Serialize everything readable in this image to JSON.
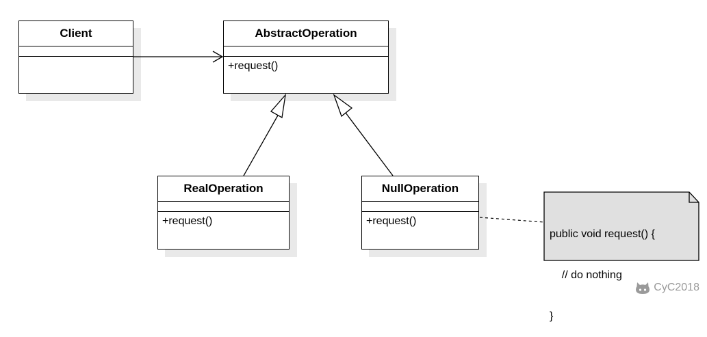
{
  "classes": {
    "client": {
      "name": "Client",
      "operations": ""
    },
    "abstract_operation": {
      "name": "AbstractOperation",
      "operations": "+request()"
    },
    "real_operation": {
      "name": "RealOperation",
      "operations": "+request()"
    },
    "null_operation": {
      "name": "NullOperation",
      "operations": "+request()"
    }
  },
  "note": {
    "lines": [
      "public void request() {",
      "    // do nothing",
      "}"
    ]
  },
  "watermark": {
    "text": "CyC2018",
    "icon": "github-octocat-icon"
  },
  "colors": {
    "line": "#000000",
    "note_fill": "#e0e0e0",
    "shadow": "#e9e9e9",
    "watermark": "#9a9a9a"
  }
}
